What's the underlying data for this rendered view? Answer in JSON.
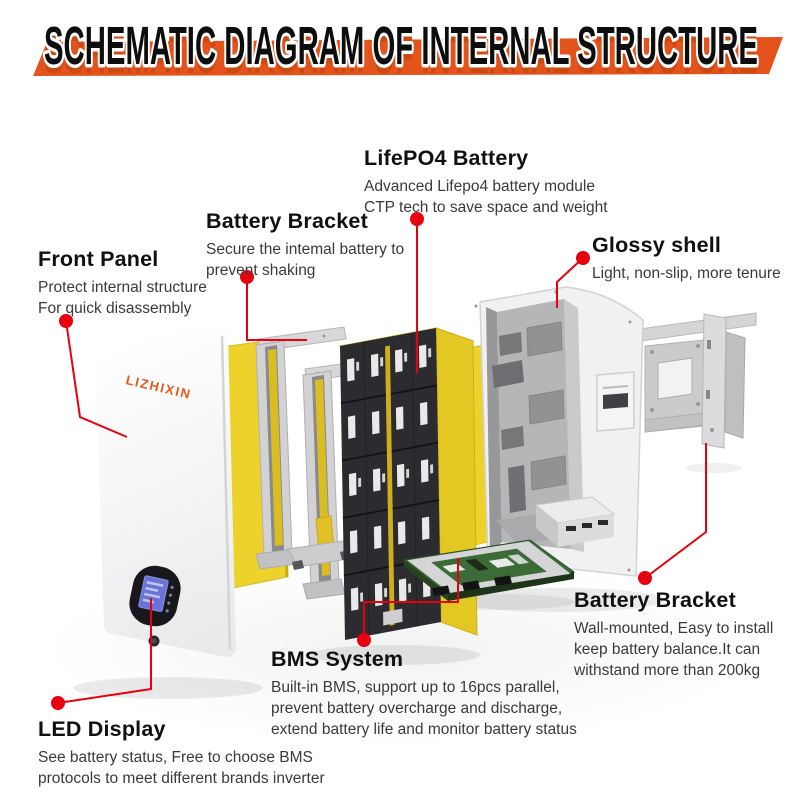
{
  "header": {
    "title": "SCHEMATIC DIAGRAM OF INTERNAL STRUCTURE"
  },
  "device": {
    "brand": "LIZHIXIN"
  },
  "callouts": {
    "front_panel": {
      "heading": "Front Panel",
      "description": "Protect internal structure\nFor quick disassembly"
    },
    "battery_bracket_left": {
      "heading": "Battery Bracket",
      "description": "Secure the intemal battery to\nprevent shaking"
    },
    "lifepo4_battery": {
      "heading": "LifePO4 Battery",
      "description": "Advanced Lifepo4 battery module\nCTP tech to save space and weight"
    },
    "glossy_shell": {
      "heading": "Glossy shell",
      "description": "Light, non-slip, more tenure"
    },
    "battery_bracket_right": {
      "heading": "Battery Bracket",
      "description": "Wall-mounted, Easy to install\nkeep battery balance.It can\nwithstand more than 200kg"
    },
    "bms_system": {
      "heading": "BMS System",
      "description": "Built-in BMS, support up to 16pcs parallel,\nprevent battery overcharge and discharge,\nextend battery life and monitor battery status"
    },
    "led_display": {
      "heading": "LED Display",
      "description": "See battery status, Free to choose BMS\nprotocols to meet different brands inverter"
    }
  },
  "colors": {
    "accent": "#E4531B",
    "title_shadow": "#CC4912",
    "leader": "#E8000F",
    "battery_yellow": "#EDD22B",
    "battery_yellow_dark": "#D9BB1E",
    "pcb_green": "#3C6B38",
    "screen_blue": "#6A73D6",
    "logo_orange": "#E8581E",
    "text_heading": "#101010",
    "text_body": "#3A3A3A"
  }
}
